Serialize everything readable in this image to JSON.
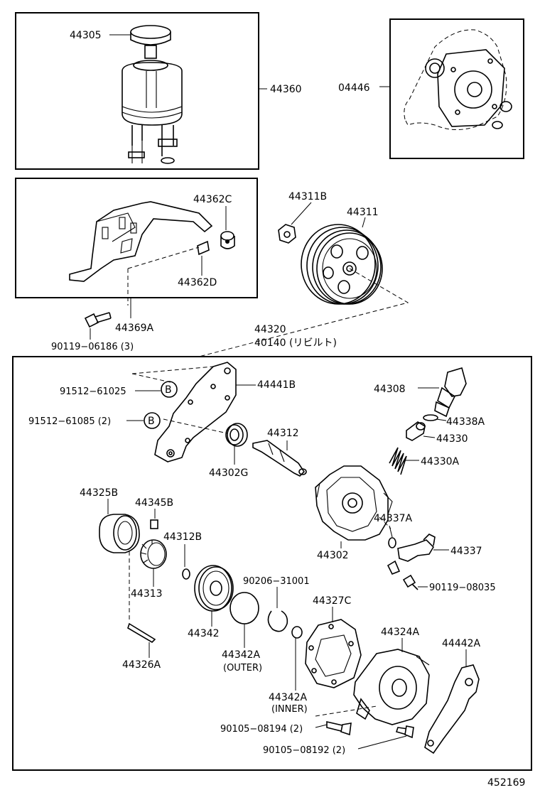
{
  "diagram_id": "452169",
  "labels": {
    "p44305": "44305",
    "p44360": "44360",
    "p04446": "04446",
    "p44362C": "44362C",
    "p44362D": "44362D",
    "p44311B": "44311B",
    "p44311": "44311",
    "p44369A": "44369A",
    "p90119_06186": "90119−06186 (3)",
    "p44320": "44320",
    "p40140": "40140 (リビルト)",
    "p91512_61025": "91512−61025",
    "p91512_61085": "91512−61085 (2)",
    "p44441B": "44441B",
    "p44308": "44308",
    "p44338A": "44338A",
    "p44330": "44330",
    "p44330A": "44330A",
    "p44312": "44312",
    "p44302G": "44302G",
    "p44302": "44302",
    "p44337A": "44337A",
    "p44337": "44337",
    "p90119_08035": "90119−08035",
    "p44325B": "44325B",
    "p44345B": "44345B",
    "p44312B": "44312B",
    "p44313": "44313",
    "p90206_31001": "90206−31001",
    "p44342": "44342",
    "p44342A_outer": "44342A",
    "outer": "(OUTER)",
    "p44342A_inner": "44342A",
    "inner": "(INNER)",
    "p44327C": "44327C",
    "p44324A": "44324A",
    "p44442A": "44442A",
    "p44326A": "44326A",
    "p90105_08194": "90105−08194 (2)",
    "p90105_08192": "90105−08192 (2)",
    "ref_b": "B"
  }
}
